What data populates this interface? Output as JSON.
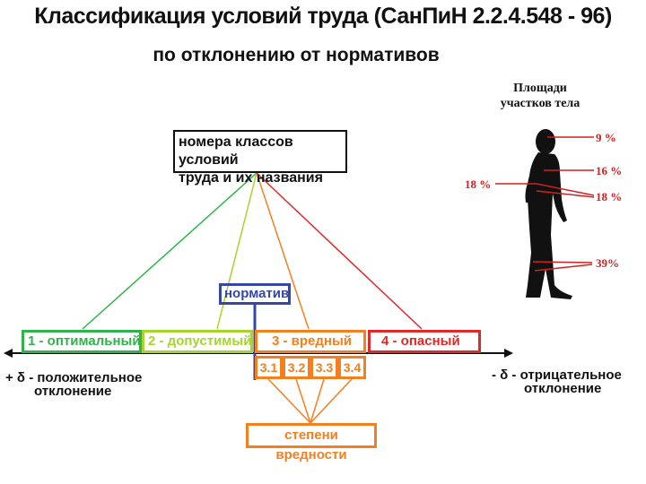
{
  "title": "Классификация условий труда (СанПиН 2.2.4.548 - 96)",
  "subtitle": "по отклонению  от нормативов",
  "class_box": {
    "line1": "номера классов условий",
    "line2": "труда и их названия"
  },
  "norm_label": "норматив",
  "classes": [
    {
      "label": "1 - оптимальный",
      "color": "#2fb34a"
    },
    {
      "label": "2 - допустимый",
      "color": "#a6d52c"
    },
    {
      "label": "3 - вредный",
      "color": "#f47f1e"
    },
    {
      "label": "4 - опасный",
      "color": "#e02a2a"
    }
  ],
  "subclasses": [
    "3.1",
    "3.2",
    "3.3",
    "3.4"
  ],
  "degree_label": "степени вредности",
  "deviation_positive": {
    "symbol": "+ δ -",
    "line1": "положительное",
    "line2": "отклонение"
  },
  "deviation_negative": {
    "symbol": "- δ -",
    "line1": "отрицательное",
    "line2": "отклонение"
  },
  "body_areas": {
    "title_line1": "Площади",
    "title_line2": "участков тела",
    "labels": [
      "9 %",
      "16 %",
      "18 %",
      "18 %",
      "39%"
    ]
  },
  "colors": {
    "norm": "#3447a8",
    "pct": "#d31f1f",
    "axis": "#111111"
  }
}
